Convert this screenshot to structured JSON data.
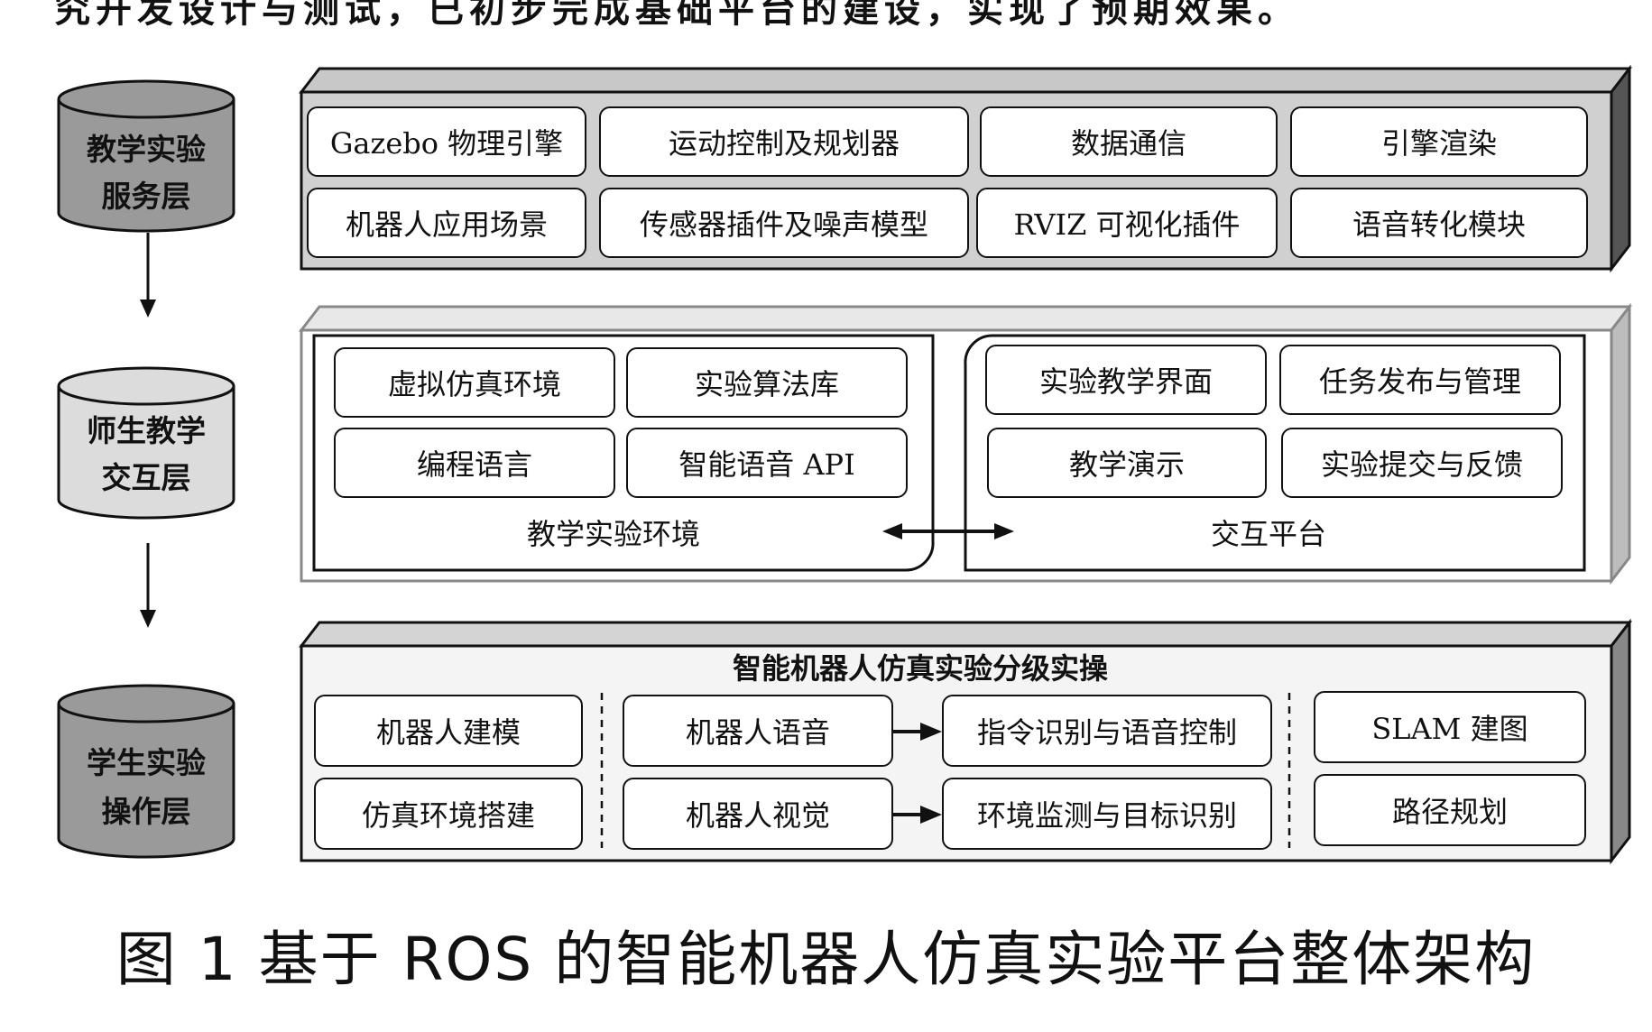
{
  "header_fragment": "究开发设计与测试，已初步完成基础平台的建设，实现了预期效果。",
  "layers": {
    "service": {
      "label_line1": "教学实验",
      "label_line2": "服务层"
    },
    "interaction": {
      "label_line1": "师生教学",
      "label_line2": "交互层"
    },
    "operation": {
      "label_line1": "学生实验",
      "label_line2": "操作层"
    }
  },
  "service_modules": [
    "Gazebo 物理引擎",
    "运动控制及规划器",
    "数据通信",
    "引擎渲染",
    "机器人应用场景",
    "传感器插件及噪声模型",
    "RVIZ 可视化插件",
    "语音转化模块"
  ],
  "interaction": {
    "env_modules": [
      "虚拟仿真环境",
      "实验算法库",
      "编程语言",
      "智能语音 API"
    ],
    "env_label": "教学实验环境",
    "platform_modules": [
      "实验教学界面",
      "任务发布与管理",
      "教学演示",
      "实验提交与反馈"
    ],
    "platform_label": "交互平台"
  },
  "operation": {
    "title": "智能机器人仿真实验分级实操",
    "basic": [
      "机器人建模",
      "仿真环境搭建"
    ],
    "mid_source": [
      "机器人语音",
      "机器人视觉"
    ],
    "mid_target": [
      "指令识别与语音控制",
      "环境监测与目标识别"
    ],
    "advanced": [
      "SLAM 建图",
      "路径规划"
    ]
  },
  "caption": "图 1   基于 ROS 的智能机器人仿真实验平台整体架构",
  "colors": {
    "dark_gray": "#9a9a9a",
    "light_gray": "#dcdcdc",
    "face_gray": "#c8c8c8"
  }
}
